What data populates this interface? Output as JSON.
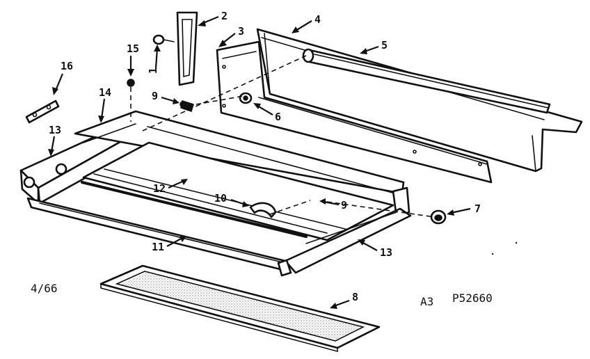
{
  "diagram": {
    "callouts": {
      "p1": "1",
      "p2": "2",
      "p3": "3",
      "p4": "4",
      "p5": "5",
      "p6": "6",
      "p7": "7",
      "p8": "8",
      "p9a": "9",
      "p9b": "9",
      "p10": "10",
      "p11": "11",
      "p12": "12",
      "p13a": "13",
      "p13b": "13",
      "p14": "14",
      "p15": "15",
      "p16": "16"
    },
    "date_code": "4/66",
    "sheet_code": "A3",
    "drawing_number": "P52660"
  }
}
